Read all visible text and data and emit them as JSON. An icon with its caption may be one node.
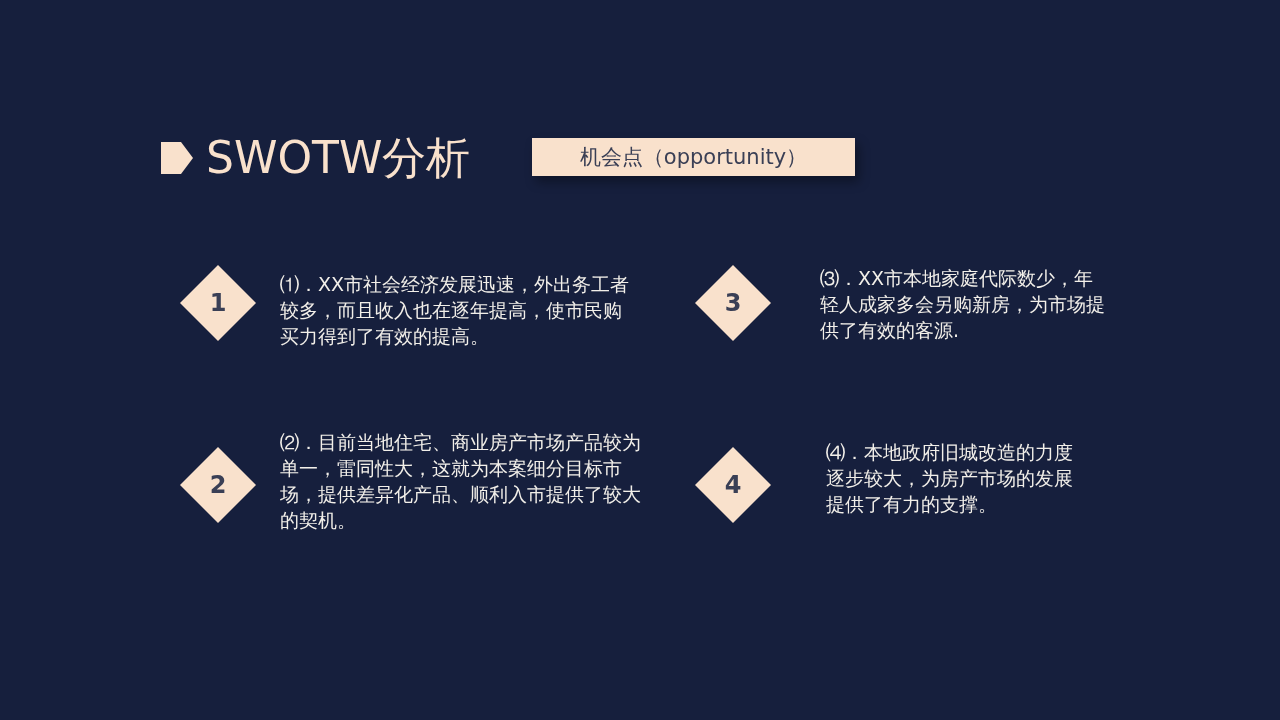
{
  "diagram": {
    "title": "SWOTW分析",
    "nodes": [
      {
        "text": [
          "机会点（opportunity）"
        ]
      },
      {
        "text": [
          "1"
        ],
        "beside": [
          "⑴．XX市社会经济发展迅速，外出务工者较多，而且收入也在逐年提高，使市民购买力得到了有效的提高。"
        ]
      },
      {
        "text": [
          "3"
        ],
        "beside": [
          "⑶．XX市本地家庭代际数少，年轻人成家多会另购新房，为市场提供了有效的客源."
        ]
      },
      {
        "text": [
          "2"
        ],
        "beside": [
          "⑵．目前当地住宅、商业房产市场产品较为单一，雷同性大，这就为本案细分目标市场，提供差异化产品、顺利入市提供了较大的契机。"
        ]
      },
      {
        "text": [
          "4"
        ],
        "beside": [
          "⑷．本地政府旧城改造的力度逐步较大，为房产市场的发展提供了有力的支撑。"
        ]
      }
    ],
    "edges": []
  }
}
